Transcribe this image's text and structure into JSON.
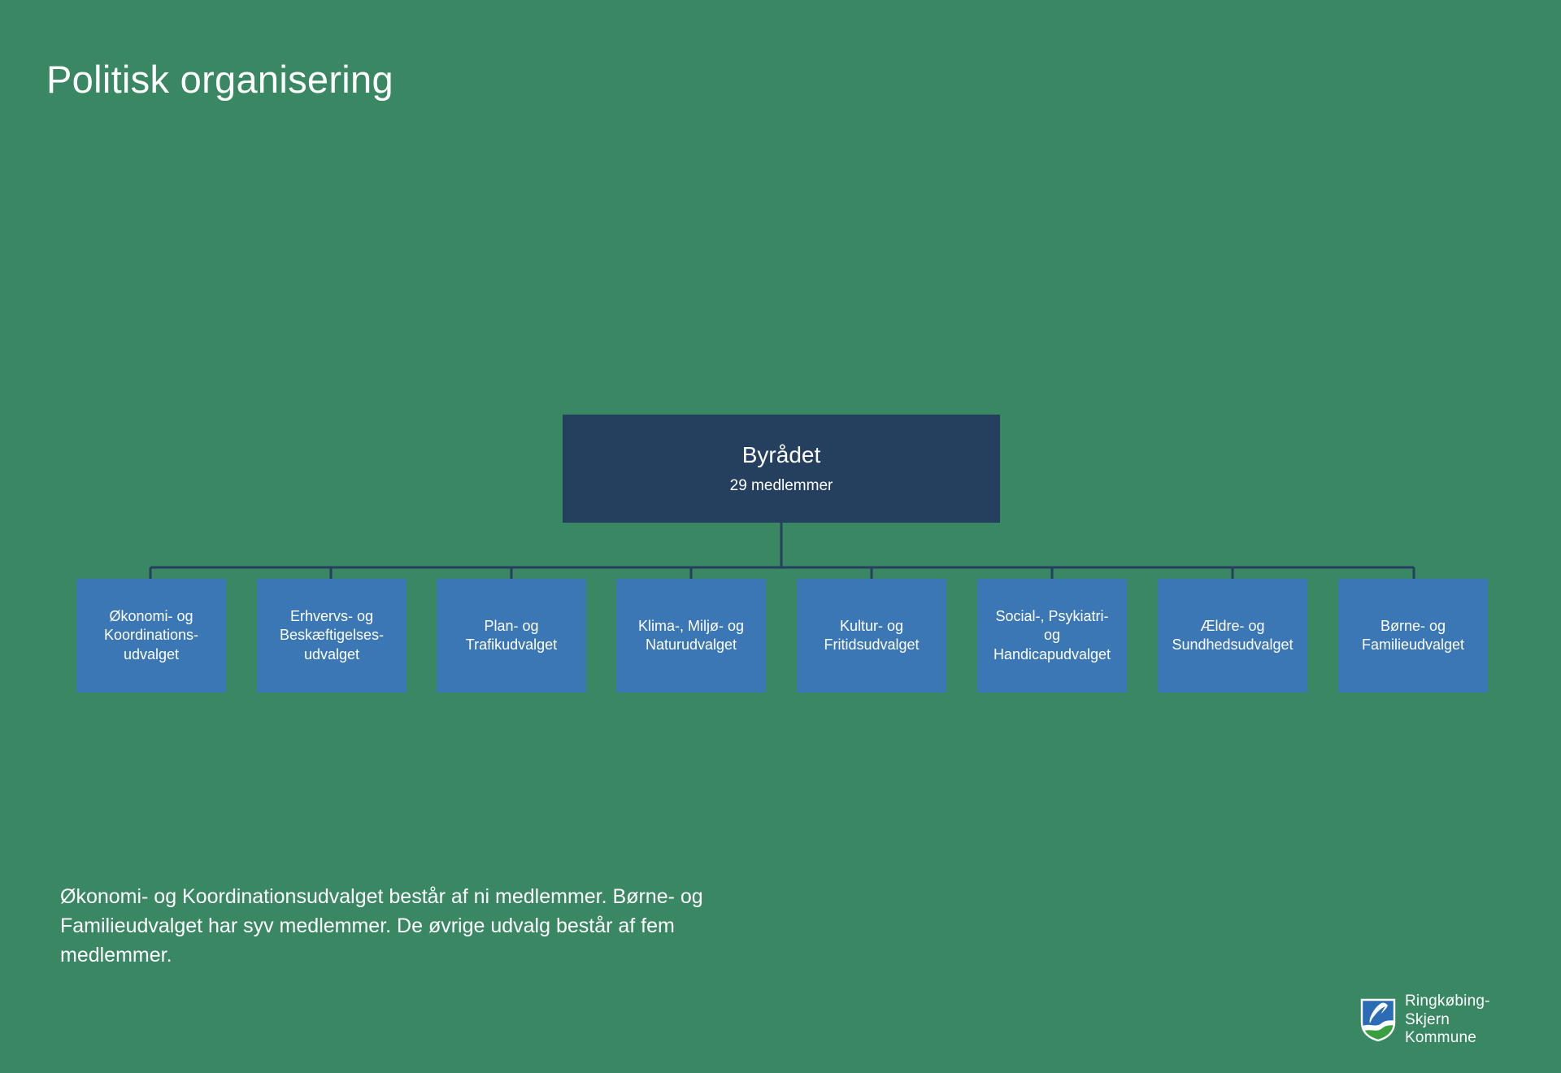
{
  "slide": {
    "title": "Politisk organisering",
    "background_color": "#3a8764"
  },
  "org_chart": {
    "root": {
      "title": "Byrådet",
      "subtitle": "29 medlemmer",
      "color": "#253f5e"
    },
    "connector_color": "#253f5e",
    "child_color": "#3b76b5",
    "children": [
      {
        "label": "Økonomi- og\nKoordinations-\nudvalget"
      },
      {
        "label": "Erhvervs- og\nBeskæftigelses-\nudvalget"
      },
      {
        "label": "Plan- og\nTrafikudvalget"
      },
      {
        "label": "Klima-, Miljø- og\nNaturudvalget"
      },
      {
        "label": "Kultur- og\nFritidsudvalget"
      },
      {
        "label": "Social-, Psykiatri-\nog\nHandicapudvalget"
      },
      {
        "label": "Ældre- og\nSundhedsudvalget"
      },
      {
        "label": "Børne- og\nFamilieudvalget"
      }
    ]
  },
  "caption": {
    "text": "Økonomi- og Koordinationsudvalget består af ni medlemmer. Børne- og Familieudvalget har syv medlemmer. De øvrige udvalg består af fem medlemmer."
  },
  "logo": {
    "name": "Ringkøbing-Skjern\nKommune",
    "shield_blue": "#2b6cb5",
    "shield_green": "#3aa03f",
    "shield_white": "#ffffff"
  }
}
